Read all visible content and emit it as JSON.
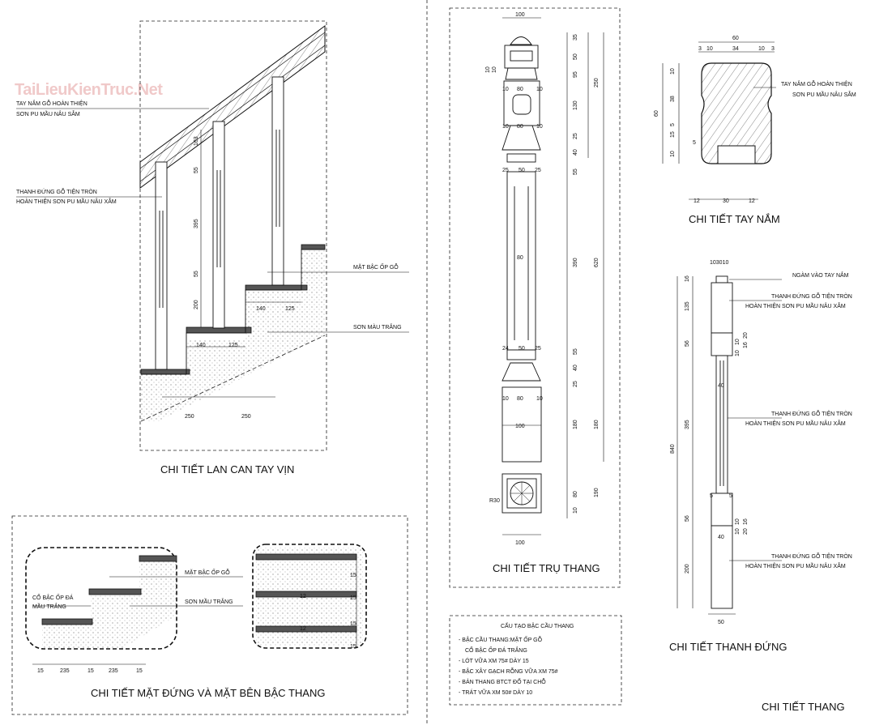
{
  "watermark": "TaiLieuKienTruc.Net",
  "colors": {
    "line": "#111111",
    "dashed": "#222222",
    "hatch": "#777777"
  },
  "panels": {
    "railing": {
      "title": "CHI TIẾT LAN CAN TAY VỊN",
      "notes": {
        "handrail": [
          "TAY NẮM GỖ HOÀN THIỆN",
          "SƠN PU MẦU NÂU SẪM"
        ],
        "baluster": [
          "THANH ĐỨNG GỖ TIỆN TRÒN",
          "HOÀN THIỆN SƠN PU MẦU NÂU XẪM"
        ],
        "tread": "MẶT BẬC ỐP GỖ",
        "paint": "SƠN MÀU TRẮNG"
      },
      "dims": {
        "d163": "163",
        "d55a": "55",
        "d395": "395",
        "d55b": "55",
        "d200": "200",
        "d140a": "140",
        "d125a": "125",
        "d140b": "140",
        "d125b": "125",
        "d250a": "250",
        "d250b": "250"
      }
    },
    "step": {
      "title": "CHI TIẾT MẶT ĐỨNG VÀ MẶT BÊN BẬC THANG",
      "notes": {
        "riser": [
          "CỔ BẬC ỐP ĐÁ",
          "MẦU TRẮNG"
        ],
        "tread": "MẶT BẬC ỐP GỖ",
        "paint": "SƠN MẦU TRẮNG"
      },
      "dims": {
        "a": "15",
        "b": "235",
        "c": "15",
        "d": "235",
        "e": "15",
        "r1": "15",
        "r2": "15",
        "r3": "15",
        "r4": "15",
        "m1": "12",
        "m2": "12"
      }
    },
    "post": {
      "title": "CHI TIẾT TRỤ THANG",
      "dims": {
        "w100top": "100",
        "d35": "35",
        "d50a": "50",
        "d95": "95",
        "d130": "130",
        "d25a": "25",
        "d40a": "40",
        "d55a": "55",
        "d250": "250",
        "d390": "390",
        "d620": "620",
        "d55b": "55",
        "d40b": "40",
        "d25b": "25",
        "d180a": "180",
        "d180b": "180",
        "d80": "80",
        "d190": "190",
        "d10": "10",
        "l10a": "10",
        "l10b": "10",
        "w10a": "10",
        "w80a": "80",
        "w10b": "10",
        "w10c": "10",
        "w80b": "80",
        "w10d": "10",
        "w25a": "25",
        "w50a": "50",
        "w25b": "25",
        "w80c": "80",
        "w24": "24",
        "w50b": "50",
        "w25c": "25",
        "w10e": "10",
        "w80d": "80",
        "w10f": "10",
        "w100mid": "100",
        "r30": "R30",
        "w100bot": "100"
      }
    },
    "handrail": {
      "title": "CHI TIẾT TAY NẮM",
      "notes": [
        "TAY NẮM GỖ HOÀN THIỆN",
        "SƠN PU MẦU NÂU SẪM"
      ],
      "dims": {
        "w60": "60",
        "t3a": "3",
        "t10a": "10",
        "t34": "34",
        "t10b": "10",
        "t3b": "3",
        "v10a": "10",
        "v38": "38",
        "v60": "60",
        "v5a": "5",
        "v15": "15",
        "v10b": "10",
        "v5b": "5",
        "b12a": "12",
        "b30": "30",
        "b12b": "12"
      }
    },
    "baluster": {
      "title": "CHI TIẾT THANH ĐỨNG",
      "notes": {
        "top": "NGÀM VÀO TAY NẮM",
        "a": [
          "THANH ĐỨNG GỖ TIỆN TRÒN",
          "HOÀN THIỆN SƠN PU MẦU NÂU XẪM"
        ],
        "b": [
          "THANH ĐỨNG GỖ TIỆN TRÒN",
          "HOÀN THIỆN SƠN PU MẦU NÂU XẪM"
        ],
        "c": [
          "THANH ĐỨNG GỖ TIỆN TRÒN",
          "HOÀN THIỆN SƠN PU MẦU NÂU XẪM"
        ]
      },
      "dims": {
        "top": "103010",
        "v16a": "16",
        "v135": "135",
        "v56a": "56",
        "v395": "395",
        "v840": "840",
        "v56b": "56",
        "v200": "200",
        "w40a": "40",
        "w40b": "40",
        "s10a": "10",
        "s10b": "10",
        "s16a": "16",
        "s20a": "20",
        "s10c": "10",
        "s10d": "10",
        "s16b": "16",
        "s20b": "20",
        "s5a": "5",
        "s5b": "5",
        "w50": "50"
      }
    },
    "stair": {
      "title": "CHI TIẾT THANG",
      "box_title": "CẤU TẠO BẬC CẦU THANG",
      "items": [
        "- BẬC CẦU THANG:MẶT ỐP GỖ",
        "  CỔ BẬC ỐP ĐÁ TRẮNG",
        "- LÓT VỮA XM 75# DÀY 15",
        "- BẬC XÂY GẠCH RỖNG VỮA XM 75#",
        "- BẢN THANG BTCT ĐỔ TẠI CHỖ",
        "- TRÁT VỮA XM 50# DÀY 10"
      ]
    }
  }
}
